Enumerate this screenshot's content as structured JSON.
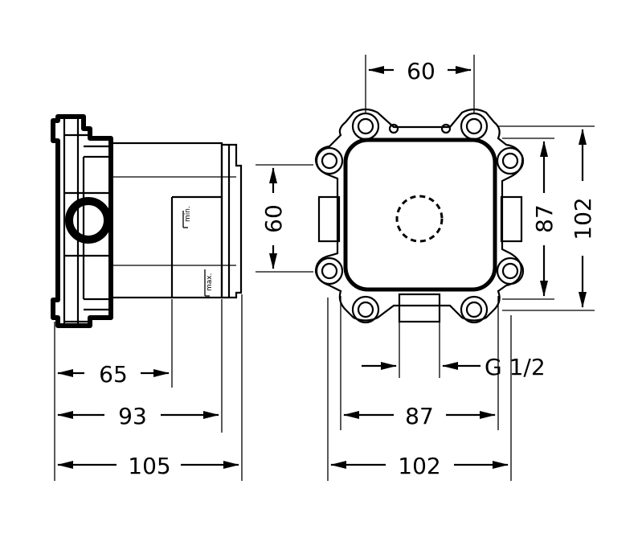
{
  "side_view": {
    "dimensions": {
      "d65": "65",
      "d93": "93",
      "d105": "105",
      "d60": "60"
    },
    "markers": {
      "min": "min.",
      "max": "max."
    }
  },
  "front_view": {
    "dimensions": {
      "top60": "60",
      "right87": "87",
      "right102": "102",
      "thread": "G 1/2",
      "bottom87": "87",
      "bottom102": "102"
    }
  }
}
